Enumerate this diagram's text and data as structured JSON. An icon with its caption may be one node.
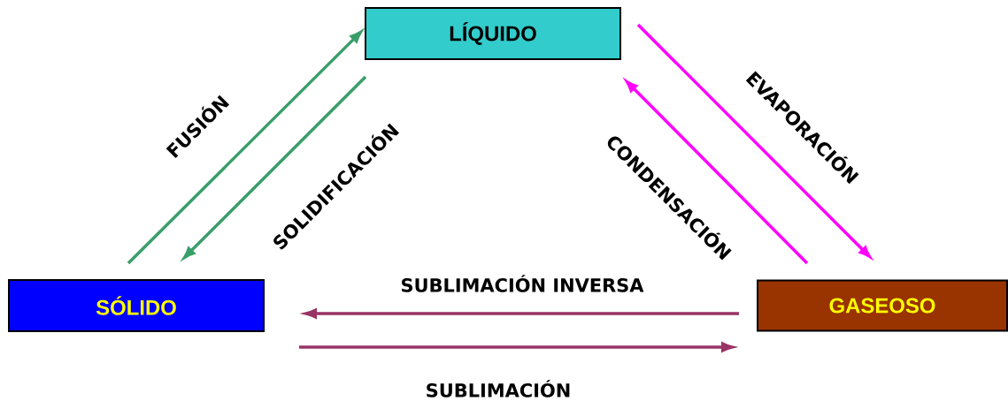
{
  "diagram": {
    "nodes": [
      {
        "text": [
          "LÍQUIDO"
        ]
      },
      {
        "text": [
          "SÓLIDO"
        ]
      },
      {
        "text": [
          "GASEOSO"
        ]
      }
    ],
    "edges": [
      {
        "from": 1,
        "to": 0,
        "arrow": "to",
        "label": "FUSIÓN",
        "color": "#3a9e6a"
      },
      {
        "from": 0,
        "to": 1,
        "arrow": "to",
        "label": "SOLIDIFICACIÓN",
        "color": "#3a9e6a"
      },
      {
        "from": 0,
        "to": 2,
        "arrow": "to",
        "label": "EVAPORACIÓN",
        "color": "#ff00ff"
      },
      {
        "from": 2,
        "to": 0,
        "arrow": "to",
        "label": "CONDENSACIÓN",
        "color": "#ff00ff"
      },
      {
        "from": 2,
        "to": 1,
        "arrow": "to",
        "label": "SUBLIMACIÓN INVERSA",
        "color": "#993366"
      },
      {
        "from": 1,
        "to": 2,
        "arrow": "to",
        "label": "SUBLIMACIÓN",
        "color": "#993366"
      }
    ]
  }
}
